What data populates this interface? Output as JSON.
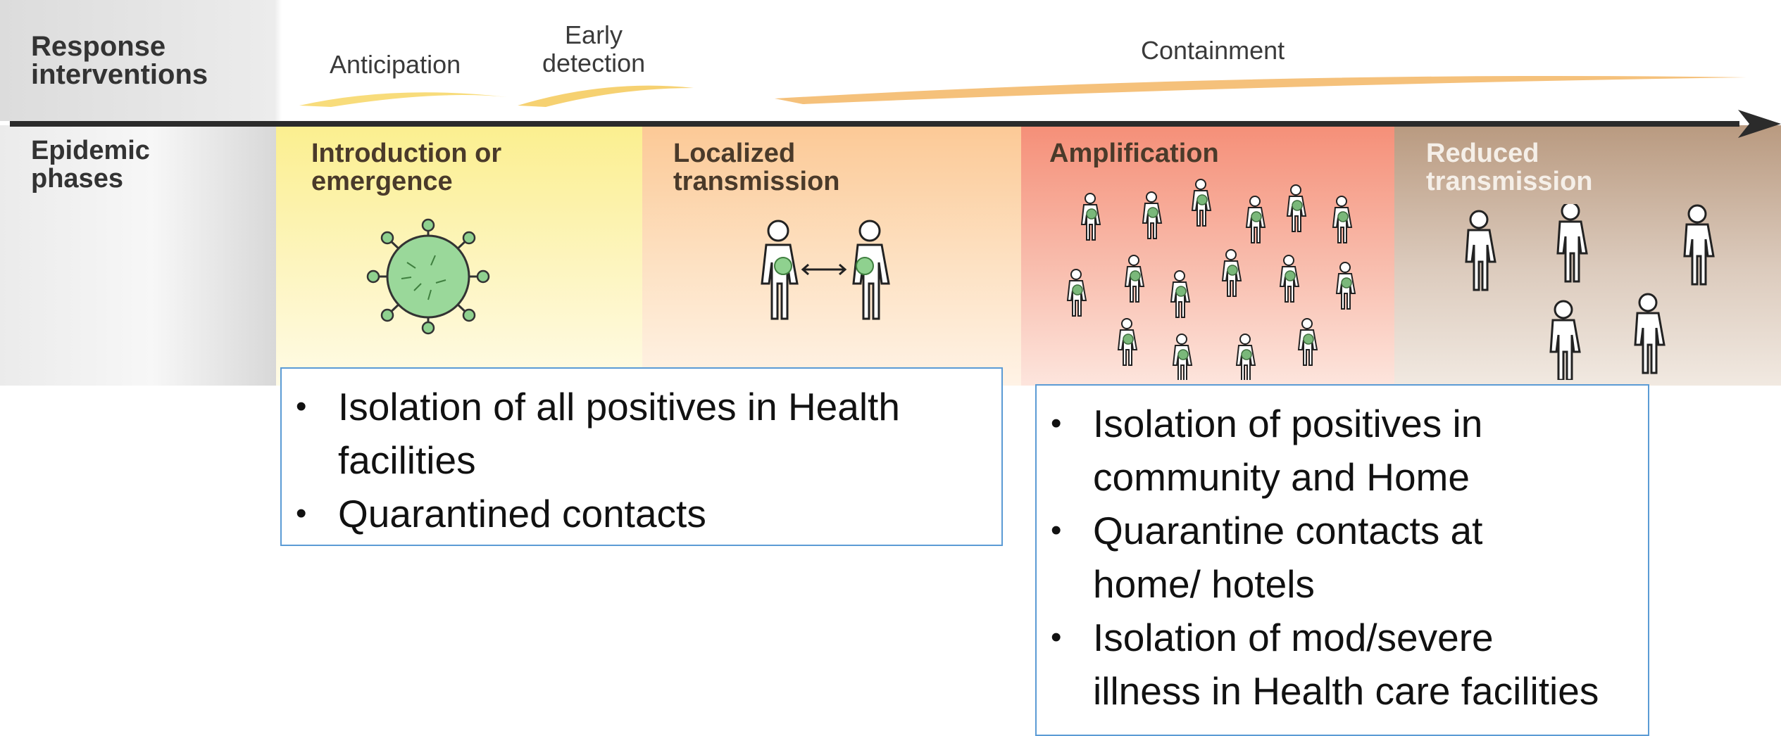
{
  "header": {
    "response_label": "Response\ninterventions",
    "epidemic_label": "Epidemic\nphases"
  },
  "interventions": [
    {
      "id": "anticipation",
      "label": "Anticipation"
    },
    {
      "id": "early-detection",
      "label": "Early\ndetection"
    },
    {
      "id": "containment",
      "label": "Containment"
    }
  ],
  "phases": [
    {
      "id": "introduction",
      "label": "Introduction or\nemergence",
      "color": "#fbf29e"
    },
    {
      "id": "localized",
      "label": "Localized\ntransmission",
      "color": "#fcd3a0"
    },
    {
      "id": "amplification",
      "label": "Amplification",
      "color": "#f79a85"
    },
    {
      "id": "reduced",
      "label": "Reduced\ntransmission",
      "color": "#c9b19c"
    }
  ],
  "callouts": {
    "left": [
      "Isolation of all positives in Health\nfacilities",
      "Quarantined contacts"
    ],
    "right": [
      "Isolation of positives in\ncommunity and Home",
      "Quarantine contacts  at\nhome/ hotels",
      "Isolation of mod/severe\nillness in Health care facilities"
    ]
  },
  "colors": {
    "arrow": "#2b2b2b",
    "callout_border": "#5b9bd5",
    "virus": "#8fd18f",
    "swoosh": "#f3c242"
  }
}
